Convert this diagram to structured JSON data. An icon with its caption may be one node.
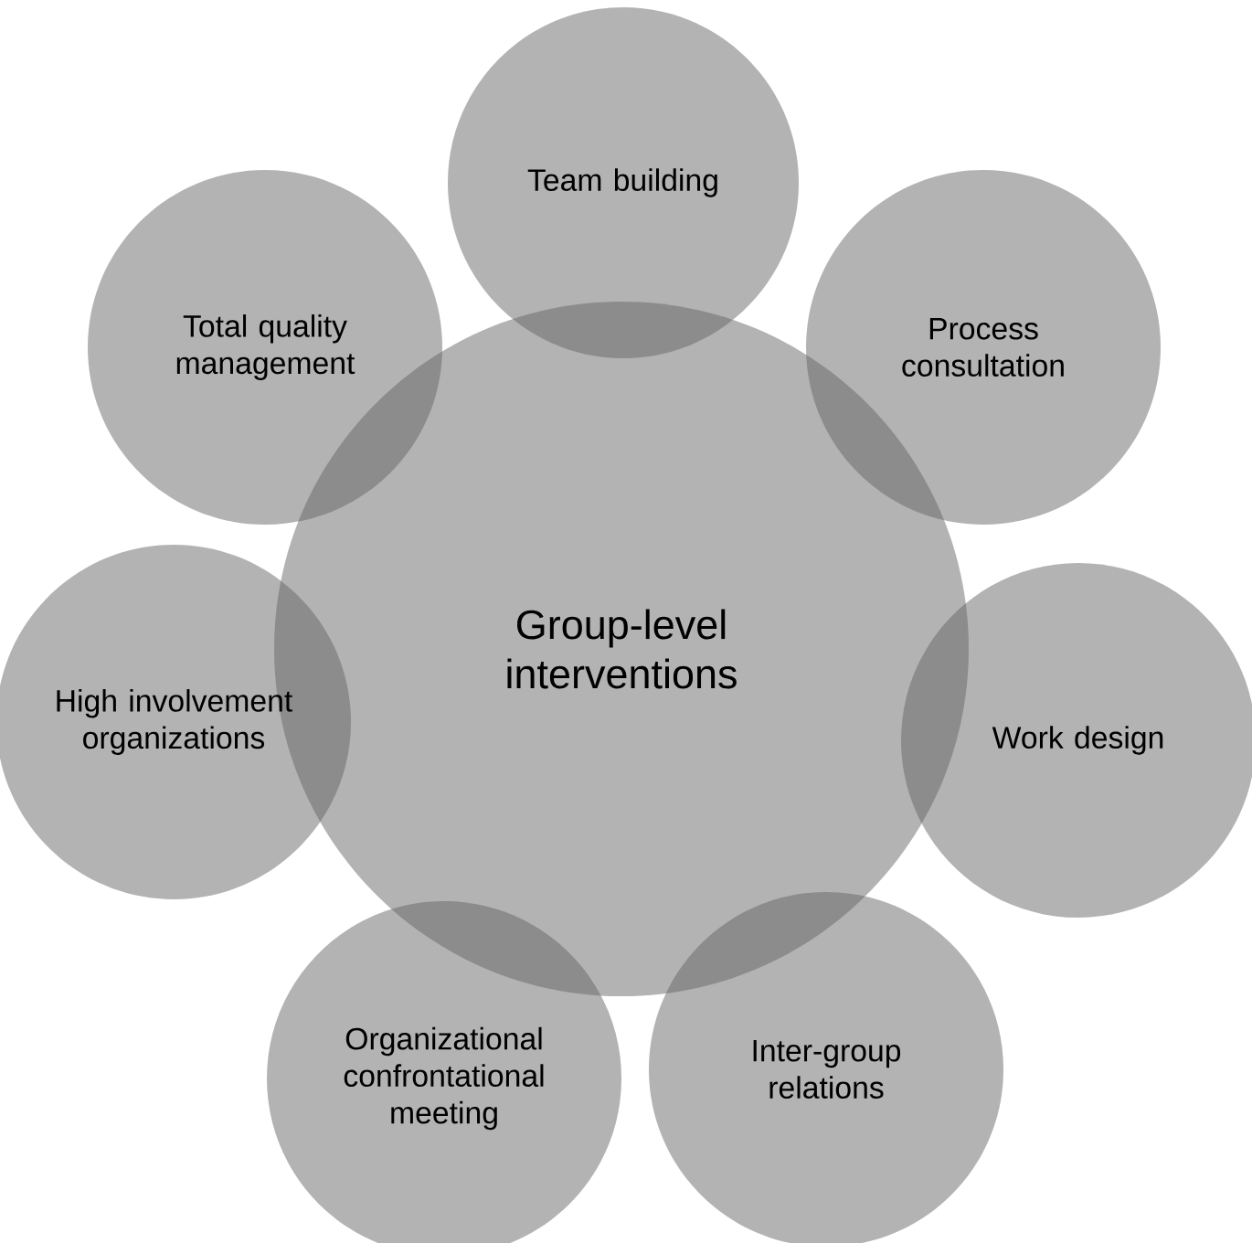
{
  "diagram": {
    "nodes": [
      {
        "text": [
          "Group-level interventions"
        ]
      },
      {
        "text": [
          "Team building"
        ]
      },
      {
        "text": [
          "Process consultation"
        ]
      },
      {
        "text": [
          "Work design"
        ]
      },
      {
        "text": [
          "Inter-group relations"
        ]
      },
      {
        "text": [
          "Organizational confrontational meeting"
        ]
      },
      {
        "text": [
          "High involvement organizations"
        ]
      },
      {
        "text": [
          "Total quality management"
        ]
      }
    ]
  }
}
